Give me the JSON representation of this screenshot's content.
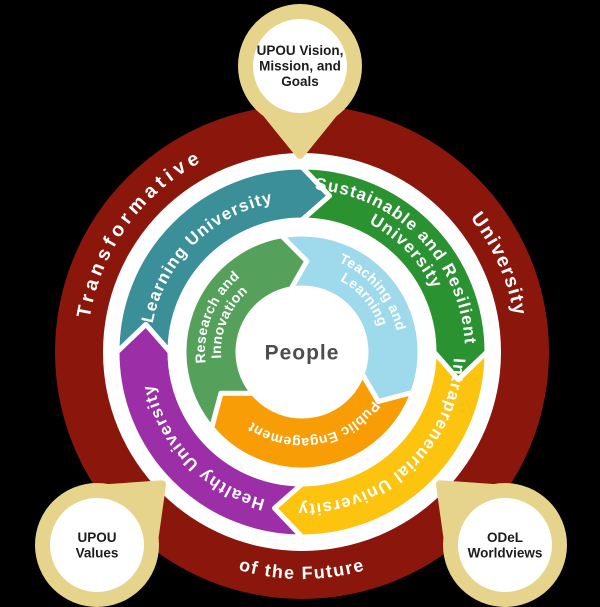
{
  "canvas": {
    "background": "#000000",
    "separator_color": "#FFFFFF"
  },
  "center": {
    "label": "People",
    "text_color": "#4D4D4D",
    "fill": "#FFFFFF"
  },
  "frame_ring": {
    "color": "#8B170C",
    "text_color": "#FFFFFF",
    "words": [
      {
        "text": "Transformative",
        "position": "upper-left"
      },
      {
        "text": "University",
        "position": "upper-right"
      },
      {
        "text": "of the Future",
        "position": "bottom"
      }
    ]
  },
  "outer_cycle": {
    "direction": "clockwise",
    "text_color": "#FFFFFF",
    "segments": [
      {
        "label": "Learning University",
        "lines": [
          "Learning University"
        ],
        "color": "#3A8F99"
      },
      {
        "label": "Sustainable and Resilient University",
        "lines": [
          "Sustainable and Resilient",
          "University"
        ],
        "color": "#2B9232"
      },
      {
        "label": "Intrapreneurial University",
        "lines": [
          "Intrapreneurial University"
        ],
        "color": "#FDC40F"
      },
      {
        "label": "Healthy University",
        "lines": [
          "Healthy University"
        ],
        "color": "#9C2FA7"
      }
    ]
  },
  "inner_cycle": {
    "direction": "clockwise",
    "text_color": "#FFFFFF",
    "segments": [
      {
        "label": "Teaching and Learning",
        "lines": [
          "Teaching and",
          "Learning"
        ],
        "color": "#9FD9EC"
      },
      {
        "label": "Public Engagement",
        "lines": [
          "Public Engagement"
        ],
        "color": "#F99D07"
      },
      {
        "label": "Research and Innovation",
        "lines": [
          "Research and",
          "Innovation"
        ],
        "color": "#55A15B"
      }
    ]
  },
  "satellites": {
    "border_color": "#E7D48C",
    "fill": "#FFFFFF",
    "text_color": "#1C1C1C",
    "items": [
      {
        "id": "vision-mission-goals",
        "label": "UPOU Vision, Mission, and Goals",
        "lines": [
          "UPOU Vision,",
          "Mission, and",
          "Goals"
        ]
      },
      {
        "id": "upou-values",
        "label": "UPOU Values",
        "lines": [
          "UPOU",
          "Values"
        ]
      },
      {
        "id": "odel-worldviews",
        "label": "ODeL Worldviews",
        "lines": [
          "ODeL",
          "Worldviews"
        ]
      }
    ]
  }
}
